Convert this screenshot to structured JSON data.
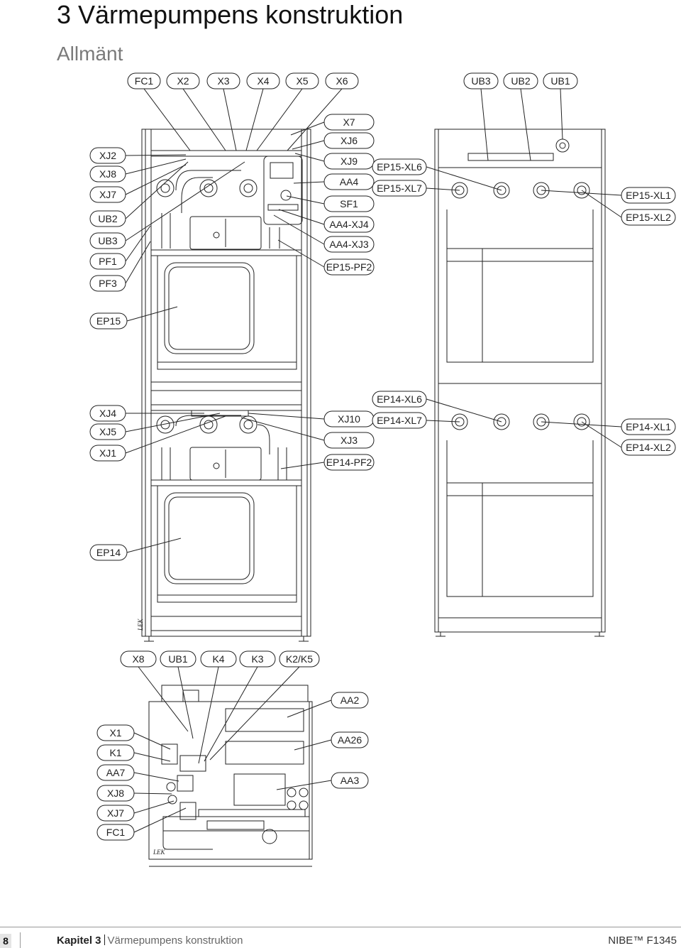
{
  "header": {
    "chapter_title": "3  Värmepumpens konstruktion",
    "section_title": "Allmänt"
  },
  "colors": {
    "line": "#222222",
    "panel_fill": "#ffffff",
    "footer_rule": "#999999",
    "page_tab": "#e5e5e5"
  },
  "icons": [
    "circle-connection-icon",
    "display-panel-icon",
    "compressor-box-icon"
  ],
  "labels_top": [
    "FC1",
    "X2",
    "X3",
    "X4",
    "X5",
    "X6"
  ],
  "labels_top_right": [
    "UB3",
    "UB2",
    "UB1"
  ],
  "labels_left_upper": [
    "XJ2",
    "XJ8",
    "XJ7",
    "UB2",
    "UB3",
    "PF1",
    "PF3"
  ],
  "labels_mid_upper": [
    "X7",
    "XJ6",
    "XJ9",
    "AA4",
    "SF1",
    "AA4-XJ4",
    "AA4-XJ3",
    "EP15-PF2"
  ],
  "labels_right_upper": [
    "EP15-XL6",
    "EP15-XL7",
    "EP15-XL1",
    "EP15-XL2"
  ],
  "label_ep15": "EP15",
  "labels_left_lower": [
    "XJ4",
    "XJ5",
    "XJ1"
  ],
  "labels_mid_lower": [
    "XJ10",
    "XJ3",
    "EP14-PF2"
  ],
  "labels_right_lower": [
    "EP14-XL6",
    "EP14-XL7",
    "EP14-XL1",
    "EP14-XL2"
  ],
  "label_ep14": "EP14",
  "labels_bottom_top": [
    "X8",
    "UB1",
    "K4",
    "K3",
    "K2/K5"
  ],
  "labels_bottom_left": [
    "X1",
    "K1",
    "AA7",
    "XJ8",
    "XJ7",
    "FC1"
  ],
  "labels_bottom_right": [
    "AA2",
    "AA26",
    "AA3"
  ],
  "stamp_text": "LEK",
  "footer": {
    "page_number": "8",
    "chapter_label": "Kapitel 3",
    "chapter_name": "Värmepumpens konstruktion",
    "product": "NIBE™ F1345"
  }
}
